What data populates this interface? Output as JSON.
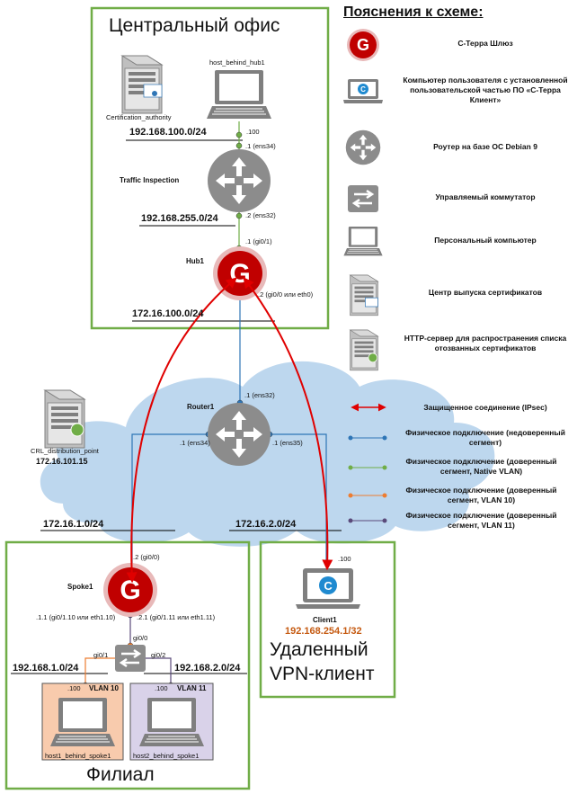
{
  "central_office": {
    "title": "Центральный офис",
    "ca_label": "Certification_authority",
    "host_label": "host_behind_hub1",
    "net1": "192.168.100.0/24",
    "net1_host_addr": ".100",
    "ti_upper_addr": ".1 (ens34)",
    "ti_label": "Traffic Inspection",
    "net2": "192.168.255.0/24",
    "ti_lower_addr": ".2 (ens32)",
    "hub_upper_addr": ".1 (gi0/1)",
    "hub_label": "Hub1",
    "hub_lower_addr": ".2 (gi0/0  или eth0)",
    "net3": "172.16.100.0/24"
  },
  "internet": {
    "crl_label": "CRL_distribution_point",
    "crl_ip": "172.16.101.15",
    "router_label": "Router1",
    "router_top_addr": ".1 (ens32)",
    "router_left_addr": ".1 (ens34)",
    "router_right_addr": ".1 (ens35)",
    "net_left": "172.16.1.0/24",
    "net_right": "172.16.2.0/24"
  },
  "branch": {
    "title": "Филиал",
    "spoke_label": "Spoke1",
    "spoke_top_addr": ".2 (gi0/0)",
    "spoke_left_addr": ".1.1 (gi0/1.10 или eth1.10)",
    "spoke_right_addr": ".2.1 (gi0/1.11 или eth1.11)",
    "switch_top": "gi0/0",
    "switch_left": "gi0/1",
    "switch_right": "gi0/2",
    "net_left": "192.168.1.0/24",
    "net_right": "192.168.2.0/24",
    "host1_addr": ".100",
    "host1_vlan": "VLAN 10",
    "host1_label": "host1_behind_spoke1",
    "host2_addr": ".100",
    "host2_vlan": "VLAN 11",
    "host2_label": "host2_behind_spoke1"
  },
  "remote": {
    "addr": ".100",
    "client_label": "Client1",
    "client_ip": "192.168.254.1/32",
    "title_line1": "Удаленный",
    "title_line2": "VPN-клиент"
  },
  "legend": {
    "title": "Пояснения к схеме:",
    "gateway": "С-Терра Шлюз",
    "client_pc": "Компьютер пользователя с установленной пользовательской частью ПО «С-Терра Клиент»",
    "router": "Роутер на базе ОС Debian 9",
    "switch": "Управляемый коммутатор",
    "pc": "Персональный компьютер",
    "ca": "Центр выпуска сертификатов",
    "crl": "HTTP-сервер для распространения списка отозванных сертификатов",
    "ipsec": "Защищенное соединение (IPsec)",
    "phys_untrusted": "Физическое подключение (недоверенный сегмент)",
    "phys_native": "Физическое подключение (доверенный сегмент, Native VLAN)",
    "phys_vlan10": "Физическое подключение (доверенный сегмент, VLAN 10)",
    "phys_vlan11": "Физическое подключение (доверенный сегмент, VLAN 11)"
  },
  "colors": {
    "green_border": "#70ad47",
    "gateway_red": "#c00000",
    "blue_line": "#2e75b6",
    "green_line": "#70ad47",
    "orange_line": "#ed7d31",
    "purple_line": "#5a4a7a",
    "cloud": "#bdd7ee",
    "router_gray": "#808080",
    "host1_fill": "#f8cbad",
    "host2_fill": "#d9d2e9",
    "client_ip_color": "#c55a11"
  }
}
